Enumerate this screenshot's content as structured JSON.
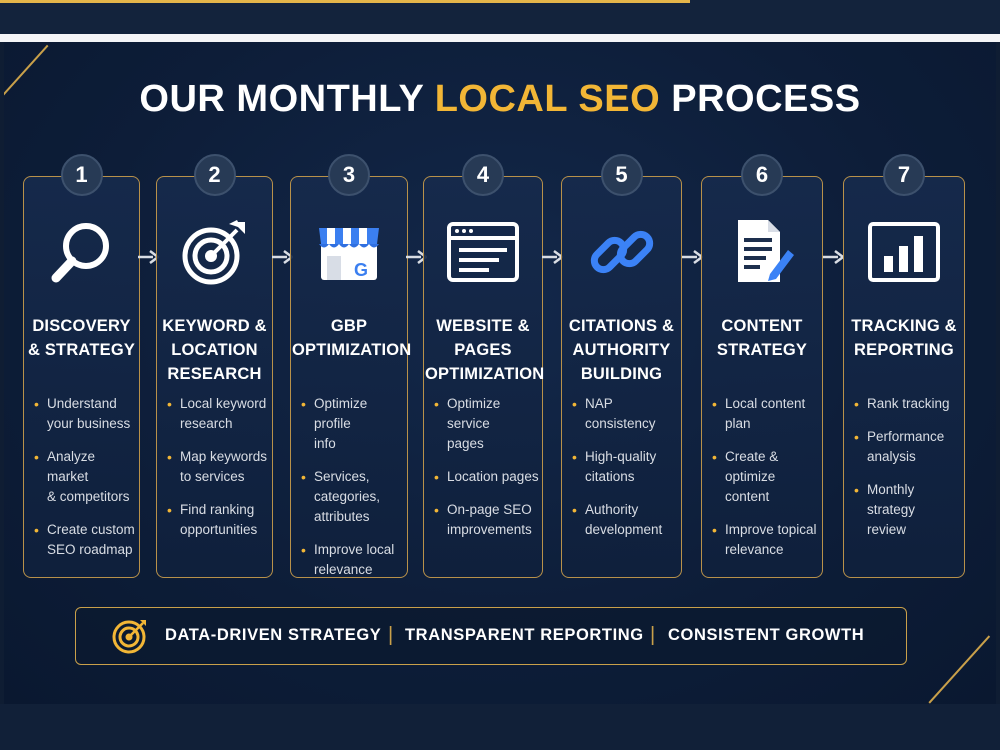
{
  "title": {
    "part1": "OUR MONTHLY",
    "accent": "LOCAL SEO",
    "part2": "PROCESS"
  },
  "steps": [
    {
      "number": "1",
      "title_lines": [
        "DISCOVERY",
        "& STRATEGY"
      ],
      "icon": "magnifier-icon",
      "bullets": [
        [
          "Understand",
          "your business"
        ],
        [
          "Analyze market",
          "& competitors"
        ],
        [
          "Create custom",
          "SEO roadmap"
        ]
      ]
    },
    {
      "number": "2",
      "title_lines": [
        "KEYWORD &",
        "LOCATION",
        "RESEARCH"
      ],
      "icon": "target-icon",
      "bullets": [
        [
          "Local keyword",
          "research"
        ],
        [
          "Map keywords",
          "to services"
        ],
        [
          "Find ranking",
          "opportunities"
        ]
      ]
    },
    {
      "number": "3",
      "title_lines": [
        "GBP",
        "OPTIMIZATION"
      ],
      "icon": "google-business-icon",
      "icon_letter": "G",
      "bullets": [
        [
          "Optimize profile",
          "info"
        ],
        [
          "Services, categories,",
          "attributes"
        ],
        [
          "Improve local",
          "relevance"
        ]
      ]
    },
    {
      "number": "4",
      "title_lines": [
        "WEBSITE &",
        "PAGES",
        "OPTIMIZATION"
      ],
      "icon": "browser-window-icon",
      "bullets": [
        [
          "Optimize service",
          "pages"
        ],
        [
          "Location pages"
        ],
        [
          "On-page SEO",
          "improvements"
        ]
      ]
    },
    {
      "number": "5",
      "title_lines": [
        "CITATIONS &",
        "AUTHORITY",
        "BUILDING"
      ],
      "icon": "chain-link-icon",
      "bullets": [
        [
          "NAP consistency"
        ],
        [
          "High-quality",
          "citations"
        ],
        [
          "Authority",
          "development"
        ]
      ]
    },
    {
      "number": "6",
      "title_lines": [
        "CONTENT",
        "STRATEGY"
      ],
      "icon": "document-pencil-icon",
      "bullets": [
        [
          "Local content",
          "plan"
        ],
        [
          "Create & optimize",
          "content"
        ],
        [
          "Improve topical",
          "relevance"
        ]
      ]
    },
    {
      "number": "7",
      "title_lines": [
        "TRACKING &",
        "REPORTING"
      ],
      "icon": "bar-chart-icon",
      "bullets": [
        [
          "Rank tracking"
        ],
        [
          "Performance",
          "analysis"
        ],
        [
          "Monthly strategy",
          "review"
        ]
      ]
    }
  ],
  "tagline": {
    "icon": "target-icon",
    "items": [
      "DATA-DRIVEN STRATEGY",
      "TRANSPARENT REPORTING",
      "CONSISTENT GROWTH"
    ],
    "separator": "|"
  },
  "colors": {
    "background": "#0d1d38",
    "accent": "#f2b636",
    "border": "#b8914a",
    "badge": "#273a55",
    "link_icon": "#3b82f6"
  }
}
